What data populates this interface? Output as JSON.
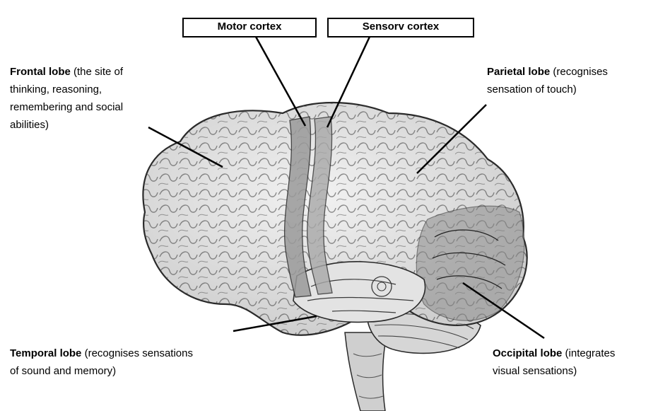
{
  "labels": {
    "motor_cortex": "Motor cortex",
    "sensory_cortex": "Sensorv cortex",
    "frontal": {
      "name": "Frontal lobe",
      "desc_line1": " (the site of",
      "desc_line2": "thinking, reasoning,",
      "desc_line3": "remembering and social",
      "desc_line4": "abilities)"
    },
    "parietal": {
      "name": "Parietal lobe",
      "desc_line1": " (recognises",
      "desc_line2": "sensation of touch)"
    },
    "temporal": {
      "name": "Temporal lobe",
      "desc_line1": " (recognises sensations",
      "desc_line2": "of sound and memory)"
    },
    "occipital": {
      "name": "Occipital lobe",
      "desc_line1": " (integrates",
      "desc_line2": "visual sensations)"
    }
  },
  "colors": {
    "text": "#000000",
    "brain_fill": "#d9d9d9",
    "cortex_strip": "#9a9a9a",
    "occipital_shade": "#8c8c8c",
    "outline": "#2a2a2a"
  },
  "icons": {
    "brain": "brain-illustration"
  }
}
